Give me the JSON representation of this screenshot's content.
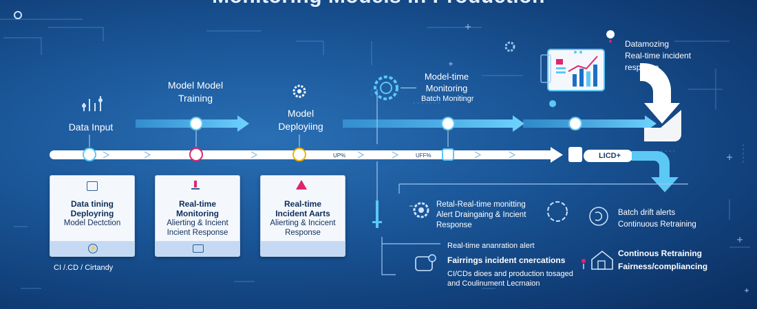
{
  "title": "Monitoring Models in Production",
  "stages": {
    "data_input": "Data Input",
    "model_training": [
      "Model Model",
      "Training"
    ],
    "model_deploying": [
      "Model",
      "Deployiing"
    ],
    "model_time_monitoring": [
      "Model-time",
      "Monitoring",
      "Batch Monitingr"
    ],
    "datamozing": [
      "Datamozing",
      "Real-time incident",
      "response"
    ]
  },
  "pipeline_labels": {
    "up": "UP%",
    "uff": "UFF%",
    "lcd": "LICD+"
  },
  "cards": [
    {
      "title": [
        "Data tining",
        "Deployring"
      ],
      "subtitle": [
        "Model Dectction"
      ]
    },
    {
      "title": [
        "Real-time",
        "Monitoring"
      ],
      "subtitle": [
        "Alierting & Incient",
        "Incient Response"
      ]
    },
    {
      "title": [
        "Real-time",
        "Incident Aarts"
      ],
      "subtitle": [
        "Alierting & Incicent",
        "Response"
      ]
    }
  ],
  "left_footer": "CI /.CD / Cirtandy",
  "lower_items": {
    "retal": [
      "Retal-Real-time monitting",
      "Alert Draingaing & Incient",
      "Response"
    ],
    "batch": [
      "Batch drift alerts",
      "Continuous Retraining"
    ],
    "realtime_alert": "Real-time ananration alert",
    "fairrings": "Fairrings incident cnercations",
    "cicd": [
      "CI/CDs dioes and production tosaged",
      "and Coulinument Lecrnaion"
    ],
    "continous": [
      "Continous Retraining",
      "Fairness/compliancing"
    ]
  },
  "colors": {
    "accent": "#4fc3f7",
    "pipe": "#ffffff",
    "arrow": "#5cc8f5",
    "card": "#f4f8fd",
    "card_footer": "#c5daf2",
    "magenta": "#e0246e"
  }
}
